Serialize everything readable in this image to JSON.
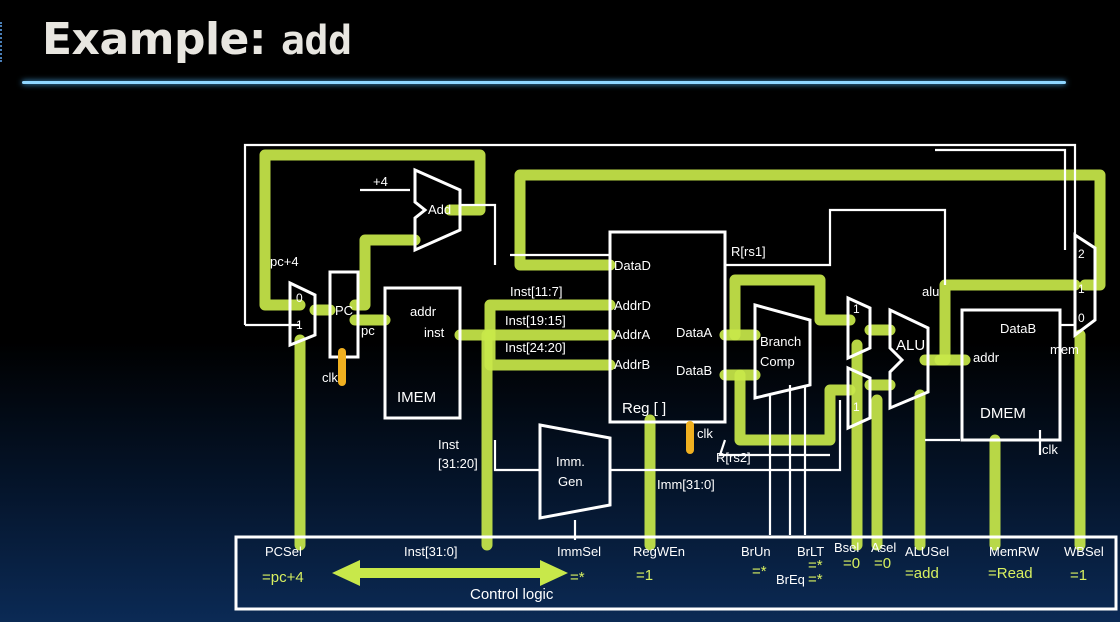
{
  "title": {
    "prefix": "Example: ",
    "mono": "add"
  },
  "labels": {
    "plus4": "+4",
    "add": "Add",
    "pc4": "pc+4",
    "mux0": "0",
    "mux1": "1",
    "pc": "PC",
    "pc_out": "pc",
    "clk": "clk",
    "addr": "addr",
    "inst": "inst",
    "imem": "IMEM",
    "inst_11_7": "Inst[11:7]",
    "inst_19_15": "Inst[19:15]",
    "inst_24_20": "Inst[24:20]",
    "datad": "DataD",
    "addrd": "AddrD",
    "addra": "AddrA",
    "addrb": "AddrB",
    "dataa": "DataA",
    "datab": "DataB",
    "reg": "Reg [ ]",
    "rrs1": "R[rs1]",
    "rrs2": "R[rs2]",
    "branch": "Branch",
    "comp": "Comp",
    "inst_31_20_a": "Inst",
    "inst_31_20_b": "[31:20]",
    "imm_a": "Imm.",
    "imm_b": "Gen",
    "imm_31_0": "Imm[31:0]",
    "alu": "ALU",
    "alu_out": "alu",
    "dmem": "DMEM",
    "dmem_addr": "addr",
    "dmem_datab": "DataB",
    "mem": "mem",
    "wb2": "2",
    "wb1": "1",
    "wb0": "0",
    "inst_31_0": "Inst[31:0]",
    "control_logic": "Control logic"
  },
  "controls": [
    {
      "id": "pcsel",
      "name": "PCSel",
      "value": "=pc+4"
    },
    {
      "id": "immsel",
      "name": "ImmSel",
      "value": "=*"
    },
    {
      "id": "regwen",
      "name": "RegWEn",
      "value": "=1"
    },
    {
      "id": "brun",
      "name": "BrUn",
      "value": "=*"
    },
    {
      "id": "brlt",
      "name": "BrLT",
      "value": "=*"
    },
    {
      "id": "breq",
      "name": "BrEq",
      "value": "=*"
    },
    {
      "id": "bsel",
      "name": "Bsel",
      "value": "=0"
    },
    {
      "id": "asel",
      "name": "Asel",
      "value": "=0"
    },
    {
      "id": "alusel",
      "name": "ALUSel",
      "value": "=add"
    },
    {
      "id": "memrw",
      "name": "MemRW",
      "value": "=Read"
    },
    {
      "id": "wbsel",
      "name": "WBSel",
      "value": "=1"
    }
  ],
  "colors": {
    "highlight": "#c8e84a",
    "wire": "#ffffff",
    "clock": "#f0b020"
  }
}
